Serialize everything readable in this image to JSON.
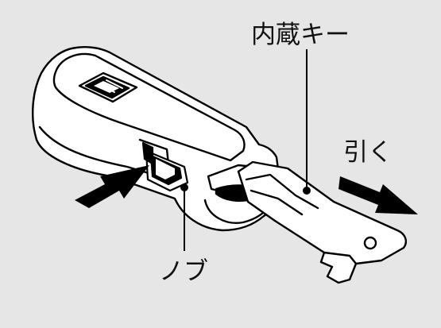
{
  "labels": {
    "built_in_key": "内蔵キー",
    "pull": "引く",
    "knob": "ノブ"
  },
  "colors": {
    "background": "#e6e6e6",
    "body_fill": "#ffffff",
    "line": "#000000",
    "arrow": "#000000"
  }
}
